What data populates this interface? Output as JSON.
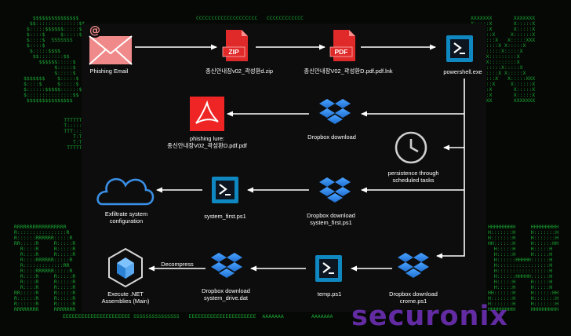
{
  "brand": "securonix",
  "nodes": {
    "phishing_email": "Phishing Email",
    "zip_file": "종신안내장v02_곽성환d.zip",
    "lnk_file": "종신안내장V02_곽성환D.pdf.pdf.lnk",
    "powershell": "powershell.exe",
    "lure_pdf": "phishing lure:\n종신안내장V02_곽성환D.pdf.pdf",
    "dropbox_download": "Dropbox download",
    "persistence": "persistence through\nscheduled tasks",
    "exfiltrate": "Exfiltrate system\nconfiguration",
    "system_first": "system_first.ps1",
    "dropbox_system_first": "Dropbox download\nsystem_first.ps1",
    "execute_net": "Execute .NET\nAssemblies (Main)",
    "decompress": "Decompress",
    "dropbox_system_drive": "Dropbox download\nsystem_drive.dat",
    "temp_ps1": "temp.ps1",
    "dropbox_crome": "Dropbox download\ncrome.ps1"
  },
  "icon_text": {
    "zip": "ZIP",
    "pdf": "PDF"
  },
  "background_matrix": {
    "top_left": "   $$$$$$$$$$$$$$$\n  $$::::::::::::::$$\n $:::::$$$$$$:::::$\n $::::$     $:::::$\n $::::$  SSSSSSS\n $::::$\n  $:::::$$$$\n   $$::::::::$$\n     $$$$$$:::::$\n          $:::::$\n          $:::::$\n$$$$$$$    $:::::$\n$::::$     $:::::$\n$::::::$$$$$::::::$\n$:::::::::::::::$$\n $$$$$$$$$$$$$$$",
    "top_left_t": "         TTTTTTTTT\n         T:::::::T\n         TTT:::TTT\n            T:T\n            T:T\n          TTTTTTT",
    "top_center": "CCCCCCCCCCCCCCCCCCCC   CCCCCCCCCCCC",
    "top_right": "XXXXXXX       XXXXXXX\nX:::::X       X:::::X\nX:::::X       X:::::X\nX::::::X     X::::::X\nXXX:::::X   X:::::XXX\n   X:::::X X:::::X\n    X:::::X:::::X\n     X:::::::::X\n     X:::::::::X\n    X:::::X:::::X\n   X:::::X X:::::X\nXXX:::::X   X:::::XXX\nX::::::X     X::::::X\nX:::::X       X:::::X\nX:::::X       X:::::X\nXXXXXXX       XXXXXXX",
    "bottom_left": "RRRRRRRRRRRRRRRRR\nR::::::::::::::::R\nR::::::RRRRRR:::::R\nRR:::::R     R:::::R\n  R::::R     R:::::R\n  R::::R     R:::::R\n  R::::RRRRRR:::::R\n  R:::::::::::::RR\n  R::::RRRRRR:::::R\n  R::::R     R:::::R\n  R::::R     R:::::R\n  R::::R     R:::::R\nRR:::::R     R:::::R\nR::::::R     R:::::R\nR::::::R     R:::::R\nRRRRRRRR     RRRRRRR",
    "bottom_right": "HHHHHHHHH     HHHHHHHHH\nH:::::::H     H:::::::H\nH:::::::H     H:::::::H\nHH::::::H     H::::::HH\n  H:::::H     H:::::H\n  H:::::H     H:::::H\n  H::::::HHHHH::::::H\n  H:::::::::::::::::H\n  H:::::::::::::::::H\n  H::::::HHHHH::::::H\n  H:::::H     H:::::H\n  H:::::H     H:::::H\nHH::::::H     H::::::HH\nH:::::::H     H:::::::H\nH:::::::H     H:::::::H\nHHHHHHHHH     HHHHHHHHH",
    "bottom_strip": "EEEEEEEEEEEEEEEEEEEEEE SSSSSSSSSSSSSSS   EEEEEEEEEEEEEEEEEEEEEE  AAAAAAA         AAAAAAA"
  }
}
